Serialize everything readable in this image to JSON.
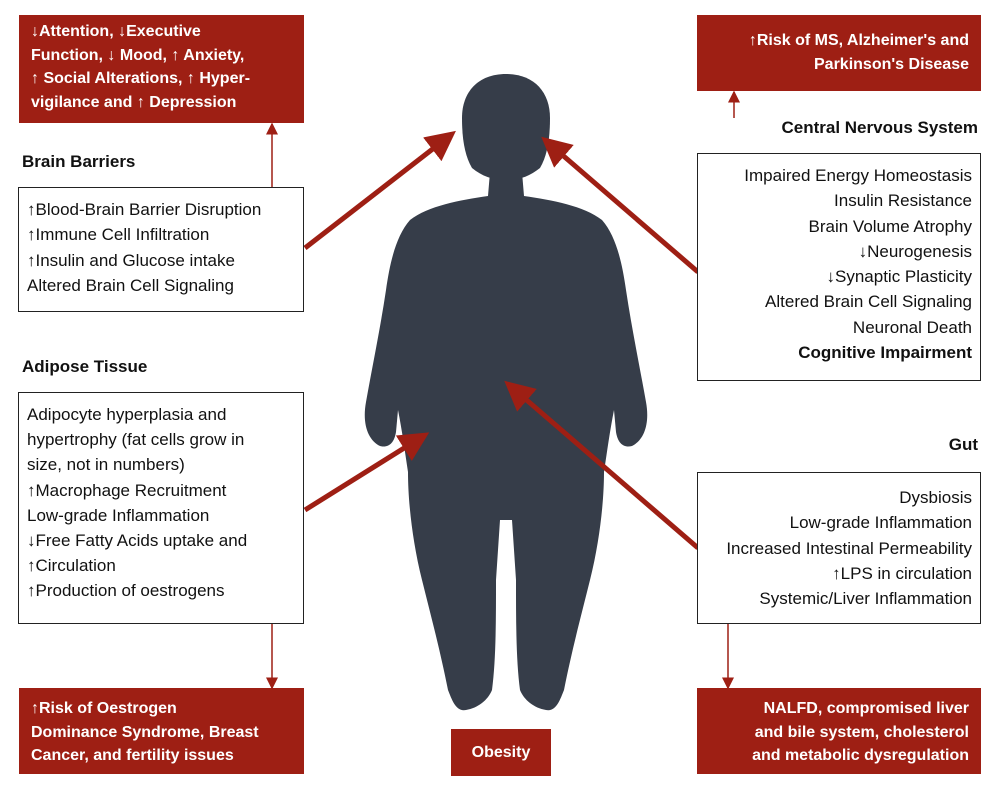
{
  "colors": {
    "box_red": "#9e1f14",
    "arrow_red": "#9e1f14",
    "silhouette": "#363d49"
  },
  "outcomes": {
    "brain": [
      "↓Attention, ↓Executive",
      "Function, ↓ Mood, ↑ Anxiety,",
      "↑ Social Alterations, ↑ Hyper-",
      "vigilance and ↑ Depression"
    ],
    "cns": [
      "↑Risk of MS, Alzheimer's and",
      "Parkinson's Disease"
    ],
    "adipose": [
      "↑Risk of Oestrogen",
      "Dominance Syndrome, Breast",
      "Cancer, and fertility issues"
    ],
    "gut": [
      "NALFD, compromised liver",
      "and bile system, cholesterol",
      "and metabolic dysregulation"
    ],
    "center": "Obesity"
  },
  "sections": {
    "brain_barriers": {
      "heading": "Brain Barriers",
      "items": [
        "↑Blood-Brain Barrier Disruption",
        "↑Immune Cell Infiltration",
        "↑Insulin and Glucose intake",
        "Altered Brain Cell Signaling"
      ]
    },
    "adipose_tissue": {
      "heading": "Adipose Tissue",
      "items": [
        "Adipocyte hyperplasia and",
        "hypertrophy (fat cells grow in",
        "size, not in numbers)",
        "↑Macrophage Recruitment",
        "Low-grade Inflammation",
        "↓Free Fatty Acids uptake and",
        "↑Circulation",
        "↑Production of oestrogens"
      ]
    },
    "cns": {
      "heading": "Central Nervous System",
      "items": [
        "Impaired Energy Homeostasis",
        "Insulin Resistance",
        "Brain Volume Atrophy",
        "↓Neurogenesis",
        "↓Synaptic Plasticity",
        "Altered Brain Cell Signaling",
        "Neuronal Death"
      ],
      "emphasis": "Cognitive Impairment"
    },
    "gut": {
      "heading": "Gut",
      "items": [
        "Dysbiosis",
        "Low-grade Inflammation",
        "Increased Intestinal Permeability",
        "↑LPS in circulation",
        "Systemic/Liver Inflammation"
      ]
    }
  }
}
